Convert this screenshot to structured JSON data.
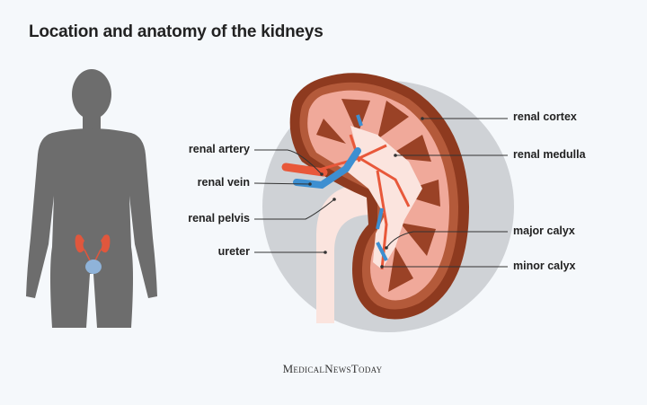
{
  "title": "Location and anatomy of the kidneys",
  "labels_left": [
    "renal artery",
    "renal vein",
    "renal pelvis",
    "ureter"
  ],
  "labels_right": [
    "renal cortex",
    "renal medulla",
    "major calyx",
    "minor calyx"
  ],
  "logo": "MedicalNewsToday",
  "colors": {
    "background": "#f5f8fb",
    "silhouette": "#6d6d6d",
    "circle": "#cfd2d6",
    "cortex": "#8e3a1f",
    "medulla": "#f0a99a",
    "artery": "#e8583a",
    "vein": "#3d8fd1",
    "pelvis": "#fbe4de"
  }
}
